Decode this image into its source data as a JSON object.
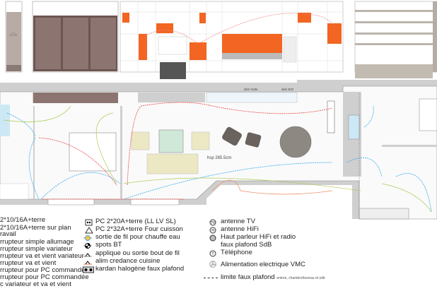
{
  "plan": {
    "height_label": "hsp 285.5cm",
    "kitchen_labels": [
      "alim hotte",
      "alim BIO"
    ],
    "colors": {
      "orange": "#f26522",
      "red_wire": "#ee4444",
      "blue_wire": "#33aaee",
      "green_wire": "#aacc55",
      "wall": "#cfcfcf"
    }
  },
  "legend": {
    "left": [
      "2*10/16A+terre",
      "2*10/16A+terre sur plan",
      "ravail",
      "rrupteur simple allumage",
      "rrupteur simple variateur",
      "rrupteur va et vient variateur",
      "rrupteur va et vient",
      "rrupteur pour PC commandée",
      "rrupteur pour PC commandée",
      "c variateur et va et vient"
    ],
    "middle": [
      {
        "icon": "double-socket-icon",
        "label": "PC 2*20A+terre (LL LV SL)"
      },
      {
        "icon": "triangle-socket-icon",
        "label": "PC 2*32A+terre Four cuisson"
      },
      {
        "icon": "water-heater-outlet-icon",
        "label": "sortie de fil pour chauffe eau"
      },
      {
        "icon": "spot-icon",
        "label": "spots BT"
      },
      {
        "icon": "wall-light-icon",
        "label": "applique ou sortie bout de fil"
      },
      {
        "icon": "credenza-power-icon",
        "label": "alim credance cuisine"
      },
      {
        "icon": "halogen-kardan-icon",
        "label": "kardan halogène faux plafond"
      }
    ],
    "right": [
      {
        "icon": "tv-antenna-icon",
        "label": "antenne TV"
      },
      {
        "icon": "hifi-antenna-icon",
        "label": "antenne HiFi"
      },
      {
        "icon": "speaker-icon",
        "label": "Haut parleur HiFi et radio"
      },
      {
        "icon": "",
        "label": "faux plafond SdB"
      },
      {
        "icon": "telephone-icon",
        "label": "Téléphone"
      },
      {
        "icon": "vmc-icon",
        "label": "Alimentation electrique VMC"
      }
    ],
    "ceiling_limit": {
      "label": "limite faux plafond",
      "note": "entree, chambre/bureau et sdb"
    }
  }
}
